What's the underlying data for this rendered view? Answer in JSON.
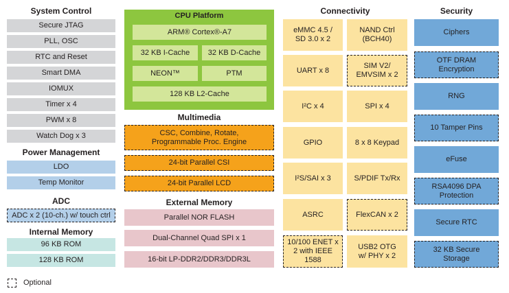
{
  "system_control": {
    "title": "System Control",
    "items": [
      "Secure JTAG",
      "PLL, OSC",
      "RTC and Reset",
      "Smart DMA",
      "IOMUX",
      "Timer x 4",
      "PWM x 8",
      "Watch Dog x 3"
    ]
  },
  "power_management": {
    "title": "Power Management",
    "items": [
      "LDO",
      "Temp Monitor"
    ]
  },
  "adc": {
    "title": "ADC",
    "items": [
      "ADC x 2 (10-ch.) w/ touch ctrl"
    ]
  },
  "internal_memory": {
    "title": "Internal Memory",
    "items": [
      "96 KB ROM",
      "128 KB ROM"
    ]
  },
  "cpu_platform": {
    "title": "CPU Platform",
    "core": "ARM® Cortex®-A7",
    "icache": "32 KB I-Cache",
    "dcache": "32 KB D-Cache",
    "neon": "NEON™",
    "ptm": "PTM",
    "l2": "128 KB L2-Cache"
  },
  "multimedia": {
    "title": "Multimedia",
    "items": [
      "CSC, Combine, Rotate, Programmable Proc. Engine",
      "24-bit Parallel CSI",
      "24-bit Parallel LCD"
    ]
  },
  "external_memory": {
    "title": "External Memory",
    "items": [
      "Parallel NOR FLASH",
      "Dual-Channel Quad SPI  x 1",
      "16-bit LP-DDR2/DDR3/DDR3L"
    ]
  },
  "connectivity": {
    "title": "Connectivity",
    "items": [
      [
        "eMMC 4.5 / SD 3.0 x 2",
        "NAND Ctrl (BCH40)"
      ],
      [
        "UART x 8",
        "SIM V2/ EMVSIM x 2"
      ],
      [
        "I²C x 4",
        "SPI  x 4"
      ],
      [
        "GPIO",
        "8 x 8 Keypad"
      ],
      [
        "I²S/SAI x 3",
        "S/PDIF Tx/Rx"
      ],
      [
        "ASRC",
        "FlexCAN x 2"
      ],
      [
        "10/100 ENET x 2 with IEEE 1588",
        "USB2 OTG w/ PHY x 2"
      ]
    ]
  },
  "security": {
    "title": "Security",
    "items": [
      "Ciphers",
      "OTF DRAM Encryption",
      "RNG",
      "10 Tamper Pins",
      "eFuse",
      "RSA4096 DPA Protection",
      "Secure RTC",
      "32 KB Secure Storage"
    ]
  },
  "legend": {
    "label": "Optional"
  }
}
